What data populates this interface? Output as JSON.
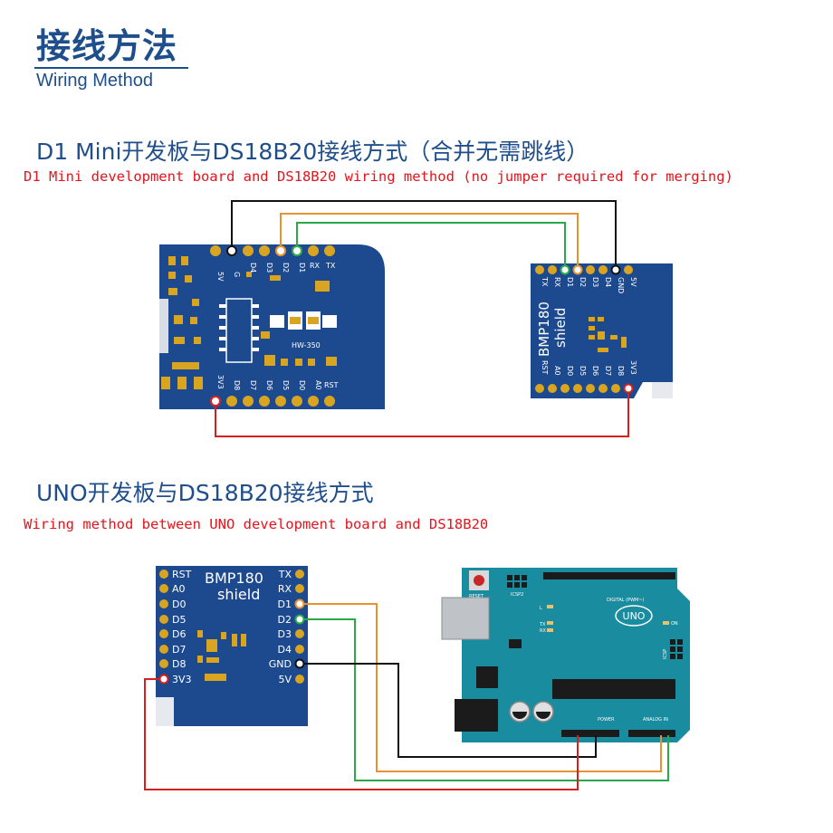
{
  "header": {
    "title": "接线方法",
    "subtitle": "Wiring Method"
  },
  "section1": {
    "title": "D1 Mini开发板与DS18B20接线方式（合并无需跳线）",
    "subtitle": "D1 Mini development board and DS18B20 wiring method (no jumper required for merging)",
    "d1mini": {
      "top_pins": [
        "5V",
        "G",
        "D4",
        "D3",
        "D2",
        "D1",
        "RX",
        "TX"
      ],
      "bottom_pins": [
        "3V3",
        "D8",
        "D7",
        "D6",
        "D5",
        "D0",
        "A0",
        "RST"
      ],
      "chip_label": "HW-350"
    },
    "shield": {
      "title": "BMP180",
      "subtitle": "shield",
      "top_pins": [
        "TX",
        "RX",
        "D1",
        "D2",
        "D3",
        "D4",
        "GND",
        "5V"
      ],
      "bottom_pins": [
        "RST",
        "A0",
        "D0",
        "D5",
        "D6",
        "D7",
        "D8",
        "3V3"
      ]
    }
  },
  "section2": {
    "title": "UNO开发板与DS18B20接线方式",
    "subtitle": "Wiring method between UNO development board and DS18B20",
    "shield": {
      "title": "BMP180",
      "subtitle": "shield",
      "left_pins": [
        "RST",
        "A0",
        "D0",
        "D5",
        "D6",
        "D7",
        "D8",
        "3V3"
      ],
      "right_pins": [
        "TX",
        "RX",
        "D1",
        "D2",
        "D3",
        "D4",
        "GND",
        "5V"
      ]
    },
    "uno": {
      "logo": "UNO",
      "reset_label": "RESET",
      "icsp2_label": "ICSP2",
      "digital_label": "DIGITAL (PWM~)",
      "on_label": "ON",
      "icsp_label": "ICSP",
      "power_label": "POWER",
      "analog_label": "ANALOG IN",
      "led_labels": [
        "L",
        "TX",
        "RX"
      ]
    }
  },
  "colors": {
    "wire_black": "#111111",
    "wire_orange": "#e8912f",
    "wire_green": "#2aa84a",
    "wire_red": "#d81e1e",
    "board_blue": "#1d4a8f",
    "uno_teal": "#1a8ca0",
    "pad_gold": "#d9a521",
    "heading_blue": "#1f4e8c",
    "subtitle_red": "#e8121b"
  }
}
